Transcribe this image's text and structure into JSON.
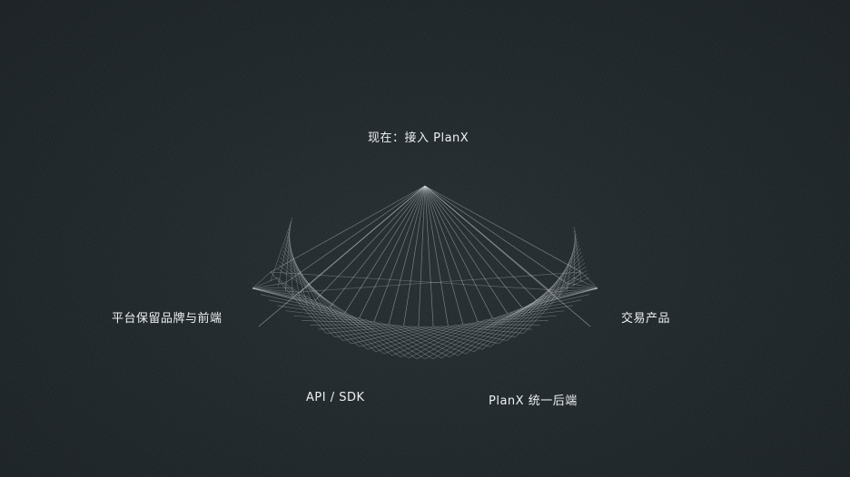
{
  "diagram": {
    "top_label": "现在：接入 PlanX",
    "left_label": "平台保留品牌与前端",
    "right_label": "交易产品",
    "bottom_left_label": "API / SDK",
    "bottom_right_label": "PlanX 统一后端"
  },
  "colors": {
    "background": "#1a2024",
    "strings": "#d9dde0",
    "text": "#eef0f0"
  }
}
